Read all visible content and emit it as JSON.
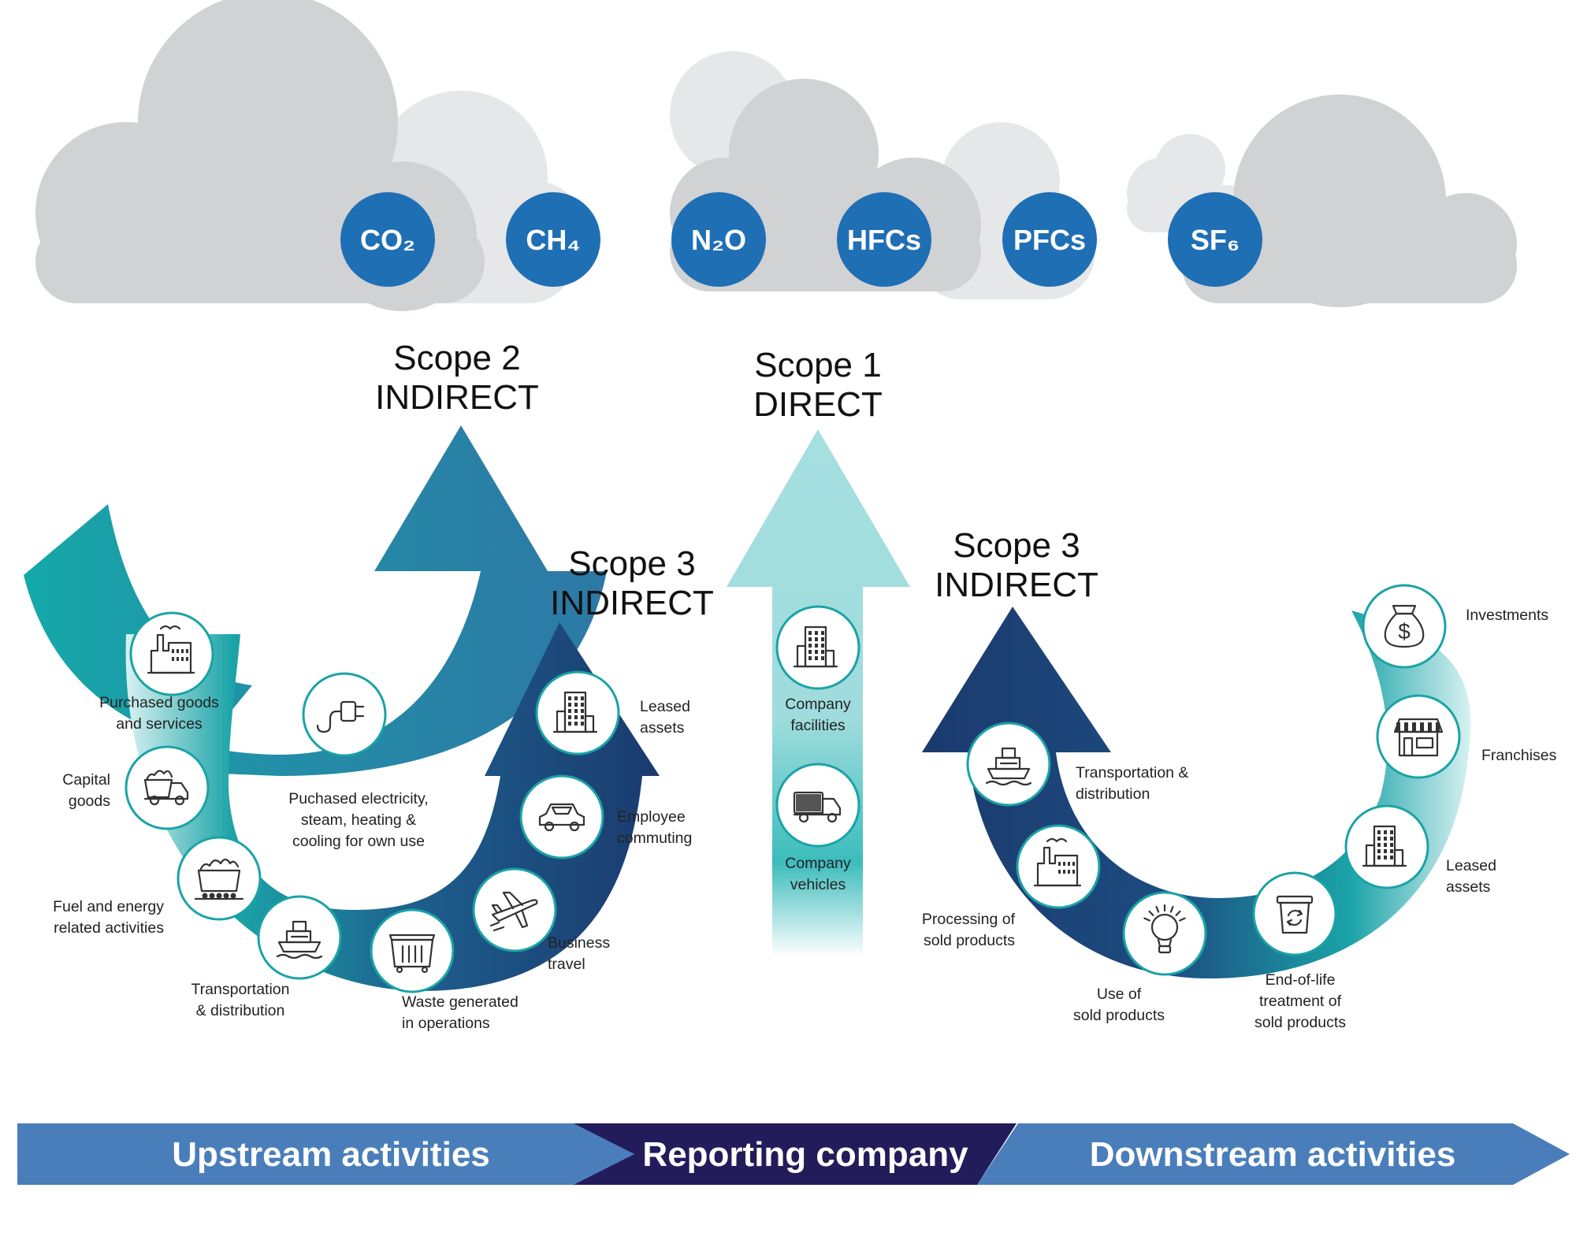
{
  "gases": [
    "CO₂",
    "CH₄",
    "N₂O",
    "HFCs",
    "PFCs",
    "SF₆"
  ],
  "scopes": {
    "scope2": {
      "title": "Scope 2",
      "subtitle": "INDIRECT"
    },
    "scope1": {
      "title": "Scope 1",
      "subtitle": "DIRECT"
    },
    "scope3_up": {
      "title": "Scope 3",
      "subtitle": "INDIRECT"
    },
    "scope3_down": {
      "title": "Scope 3",
      "subtitle": "INDIRECT"
    }
  },
  "scope2_item": {
    "line1": "Puchased electricity,",
    "line2": "steam, heating &",
    "line3": "cooling for own use",
    "icon": "plug-icon"
  },
  "scope1_items": [
    {
      "line1": "Company",
      "line2": "facilities",
      "icon": "office-building-icon"
    },
    {
      "line1": "Company",
      "line2": "vehicles",
      "icon": "delivery-truck-icon"
    }
  ],
  "upstream_items": [
    {
      "line1": "Purchased goods",
      "line2": "and services",
      "icon": "factory-icon"
    },
    {
      "line1": "Capital",
      "line2": "goods",
      "icon": "dump-truck-icon"
    },
    {
      "line1": "Fuel and energy",
      "line2": "related activities",
      "icon": "mine-cart-icon"
    },
    {
      "line1": "Transportation",
      "line2": "& distribution",
      "icon": "ship-icon"
    },
    {
      "line1": "Waste generated",
      "line2": "in operations",
      "icon": "dumpster-icon"
    },
    {
      "line1": "Business",
      "line2": "travel",
      "icon": "airplane-icon"
    },
    {
      "line1": "Employee",
      "line2": "commuting",
      "icon": "car-icon"
    },
    {
      "line1": "Leased",
      "line2": "assets",
      "icon": "office-building-icon"
    }
  ],
  "downstream_items": [
    {
      "line1": "Transportation &",
      "line2": "distribution",
      "icon": "ship-icon"
    },
    {
      "line1": "Processing of",
      "line2": "sold products",
      "icon": "factory-icon"
    },
    {
      "line1": "Use of",
      "line2": "sold products",
      "icon": "light-bulb-icon"
    },
    {
      "line1": "End-of-life",
      "line2": "treatment of",
      "line3": "sold products",
      "icon": "recycle-bin-icon"
    },
    {
      "line1": "Leased",
      "line2": "assets",
      "icon": "office-building-icon"
    },
    {
      "line1": "Franchises",
      "icon": "storefront-icon"
    },
    {
      "line1": "Investments",
      "icon": "money-bag-icon"
    }
  ],
  "bottom_bar": {
    "upstream": "Upstream activities",
    "reporting": "Reporting company",
    "downstream": "Downstream activities"
  },
  "colors": {
    "cloud": "#d1d2d4",
    "cloud_light": "#e6e7e8",
    "gas_circle": "#1f6fb5",
    "scope2_arrow": "#2b7fa5",
    "scope3_dark": "#1b3a6e",
    "teal": "#14a8a8",
    "scope1_arrow": "#a6dfe0",
    "bar_blue": "#4a7ebb",
    "bar_dark": "#231c5a"
  }
}
